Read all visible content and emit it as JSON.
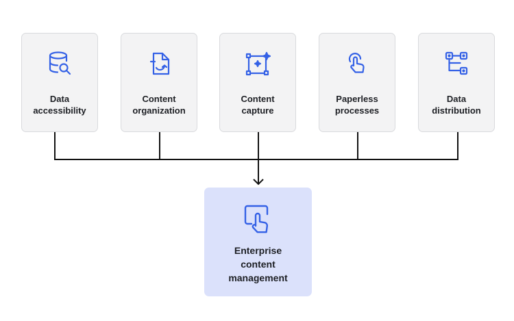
{
  "nodes": [
    {
      "label": "Data\naccessibility",
      "icon": "database-search-icon"
    },
    {
      "label": "Content\norganization",
      "icon": "file-refresh-icon"
    },
    {
      "label": "Content\ncapture",
      "icon": "capture-frame-icon"
    },
    {
      "label": "Paperless\nprocesses",
      "icon": "tap-hand-icon"
    },
    {
      "label": "Data\ndistribution",
      "icon": "workflow-icon"
    }
  ],
  "target": {
    "label": "Enterprise\ncontent\nmanagement",
    "icon": "touch-screen-icon"
  },
  "colors": {
    "accent": "#3461e6",
    "box": "#f3f3f4",
    "target": "#dbe1fb",
    "line": "#111111"
  }
}
